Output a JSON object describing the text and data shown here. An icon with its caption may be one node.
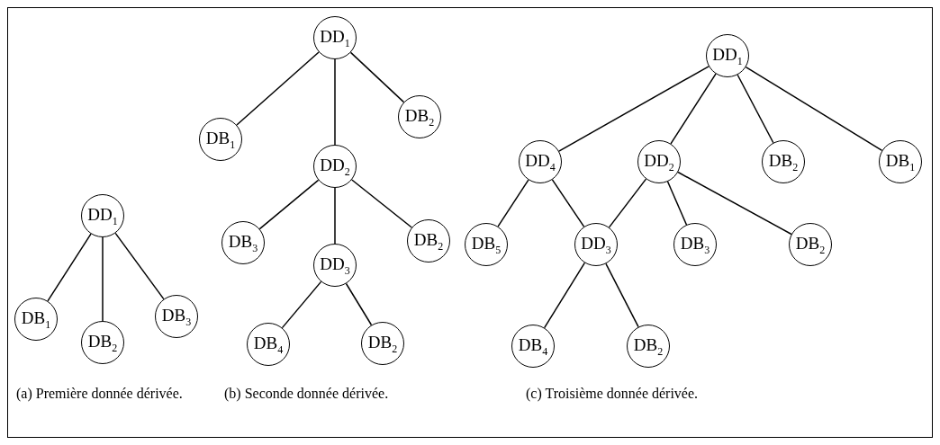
{
  "diagram": {
    "nodes": [
      {
        "text": [
          "DD$_{1}$"
        ]
      },
      {
        "text": [
          "DB$_{1}$"
        ]
      },
      {
        "text": [
          "DB$_{2}$"
        ]
      },
      {
        "text": [
          "DB$_{3}$"
        ]
      },
      {
        "text": [
          "DD$_{1}$"
        ]
      },
      {
        "text": [
          "DB$_{1}$"
        ]
      },
      {
        "text": [
          "DB$_{2}$"
        ]
      },
      {
        "text": [
          "DD$_{2}$"
        ]
      },
      {
        "text": [
          "DB$_{3}$"
        ]
      },
      {
        "text": [
          "DB$_{2}$"
        ]
      },
      {
        "text": [
          "DD$_{3}$"
        ]
      },
      {
        "text": [
          "DB$_{4}$"
        ]
      },
      {
        "text": [
          "DB$_{2}$"
        ]
      },
      {
        "text": [
          "DD$_{1}$"
        ]
      },
      {
        "text": [
          "DD$_{4}$"
        ]
      },
      {
        "text": [
          "DD$_{2}$"
        ]
      },
      {
        "text": [
          "DB$_{2}$"
        ]
      },
      {
        "text": [
          "DB$_{1}$"
        ]
      },
      {
        "text": [
          "DB$_{5}$"
        ]
      },
      {
        "text": [
          "DD$_{3}$"
        ]
      },
      {
        "text": [
          "DB$_{3}$"
        ]
      },
      {
        "text": [
          "DB$_{2}$"
        ]
      },
      {
        "text": [
          "DB$_{4}$"
        ]
      },
      {
        "text": [
          "DB$_{2}$"
        ]
      }
    ],
    "edges": [
      {
        "from": 0,
        "to": 1,
        "arrow": "none"
      },
      {
        "from": 0,
        "to": 2,
        "arrow": "none"
      },
      {
        "from": 0,
        "to": 3,
        "arrow": "none"
      },
      {
        "from": 4,
        "to": 5,
        "arrow": "none"
      },
      {
        "from": 4,
        "to": 7,
        "arrow": "none"
      },
      {
        "from": 4,
        "to": 6,
        "arrow": "none"
      },
      {
        "from": 7,
        "to": 8,
        "arrow": "none"
      },
      {
        "from": 7,
        "to": 10,
        "arrow": "none"
      },
      {
        "from": 7,
        "to": 9,
        "arrow": "none"
      },
      {
        "from": 10,
        "to": 11,
        "arrow": "none"
      },
      {
        "from": 10,
        "to": 12,
        "arrow": "none"
      },
      {
        "from": 13,
        "to": 14,
        "arrow": "none"
      },
      {
        "from": 13,
        "to": 15,
        "arrow": "none"
      },
      {
        "from": 13,
        "to": 16,
        "arrow": "none"
      },
      {
        "from": 13,
        "to": 17,
        "arrow": "none"
      },
      {
        "from": 14,
        "to": 18,
        "arrow": "none"
      },
      {
        "from": 14,
        "to": 19,
        "arrow": "none"
      },
      {
        "from": 15,
        "to": 19,
        "arrow": "none"
      },
      {
        "from": 15,
        "to": 20,
        "arrow": "none"
      },
      {
        "from": 15,
        "to": 21,
        "arrow": "none"
      },
      {
        "from": 19,
        "to": 22,
        "arrow": "none"
      },
      {
        "from": 19,
        "to": 23,
        "arrow": "none"
      }
    ],
    "labels": [
      "(a) Première donnée dérivée.",
      "(b) Seconde donnée dérivée.",
      "(c) Troisième donnée dérivée."
    ]
  }
}
